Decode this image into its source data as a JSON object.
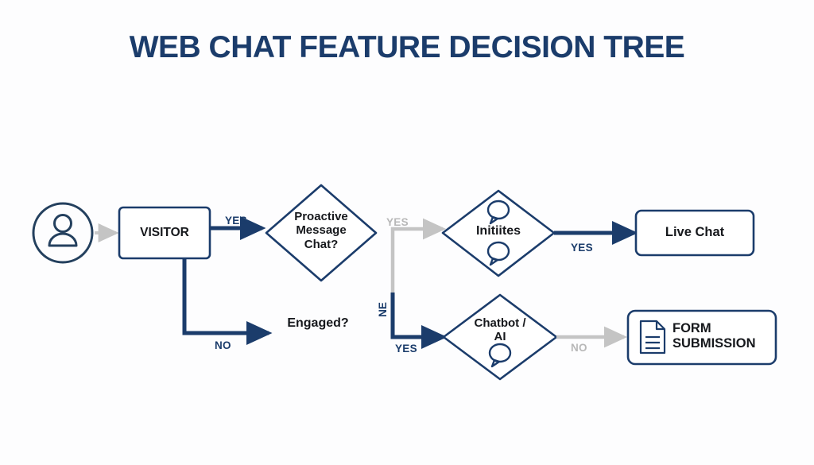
{
  "page": {
    "title": "WEB CHAT FEATURE DECISION TREE",
    "background_color": "#fdfdfe",
    "accent_navy": "#1b3c6b",
    "accent_gray": "#c4c4c4",
    "text_color": "#16181c"
  },
  "nodes": {
    "visitor_icon": {
      "name": "user-avatar-icon"
    },
    "visitor": {
      "label": "VISITOR",
      "shape": "rounded-rect"
    },
    "proactive": {
      "label": "Proactive\nMessage\nChat?",
      "shape": "diamond"
    },
    "engaged": {
      "label": "Engaged?",
      "shape": "text"
    },
    "initiites": {
      "label": "Initiites",
      "shape": "diamond"
    },
    "chatbot": {
      "label": "Chatbot /\nAI",
      "shape": "diamond"
    },
    "live_chat": {
      "label": "Live Chat",
      "shape": "rounded-rect"
    },
    "form_submission": {
      "label": "FORM\nSUBMISSION",
      "shape": "rounded-rect"
    }
  },
  "edges": {
    "visitor_yes": {
      "label": "YES",
      "color": "navy"
    },
    "visitor_no": {
      "label": "NO",
      "color": "navy"
    },
    "proactive_up_yes": {
      "label": "YES",
      "color": "gray"
    },
    "proactive_down_yes": {
      "label": "YES",
      "color": "navy"
    },
    "branch_ne": {
      "label": "NE",
      "color": "navy"
    },
    "initiites_yes": {
      "label": "YES",
      "color": "navy"
    },
    "chatbot_no": {
      "label": "NO",
      "color": "gray"
    }
  }
}
